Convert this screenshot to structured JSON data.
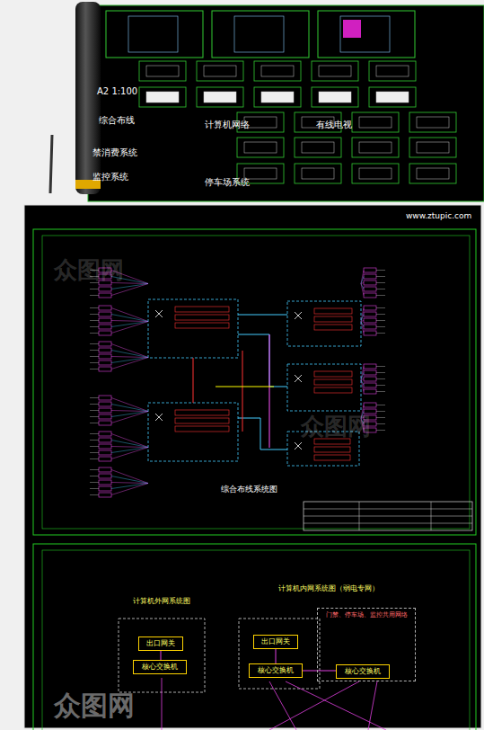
{
  "diagram": {
    "nodes": [
      {
        "text": [
          "计算机外网系统图"
        ]
      },
      {
        "text": [
          "出口网关"
        ],
        "in": 0
      },
      {
        "text": [
          "核心交换机"
        ],
        "in": 0
      },
      {
        "text": [
          "计算机内网系统图（弱电专网）"
        ]
      },
      {
        "text": [
          "出口网关"
        ],
        "in": 3
      },
      {
        "text": [
          "核心交换机"
        ],
        "in": 3
      },
      {
        "text": [
          "门禁、停车场、监控共用网络"
        ],
        "in": 3
      },
      {
        "text": [
          "核心交换机"
        ],
        "in": 6
      }
    ],
    "edges": [
      {
        "from": 1,
        "to": 2,
        "arrow": "none"
      },
      {
        "from": 4,
        "to": 5,
        "arrow": "none"
      },
      {
        "from": 5,
        "to": 7,
        "arrow": "none"
      }
    ],
    "labels": [
      "A2 1:100",
      "综合布线",
      "计算机网络",
      "有线电视",
      "禁消费系统",
      "监控系统",
      "停车场系统",
      "www.ztupic.com",
      "综合布线系统图",
      "众图网",
      "众图网",
      "众图网"
    ]
  }
}
